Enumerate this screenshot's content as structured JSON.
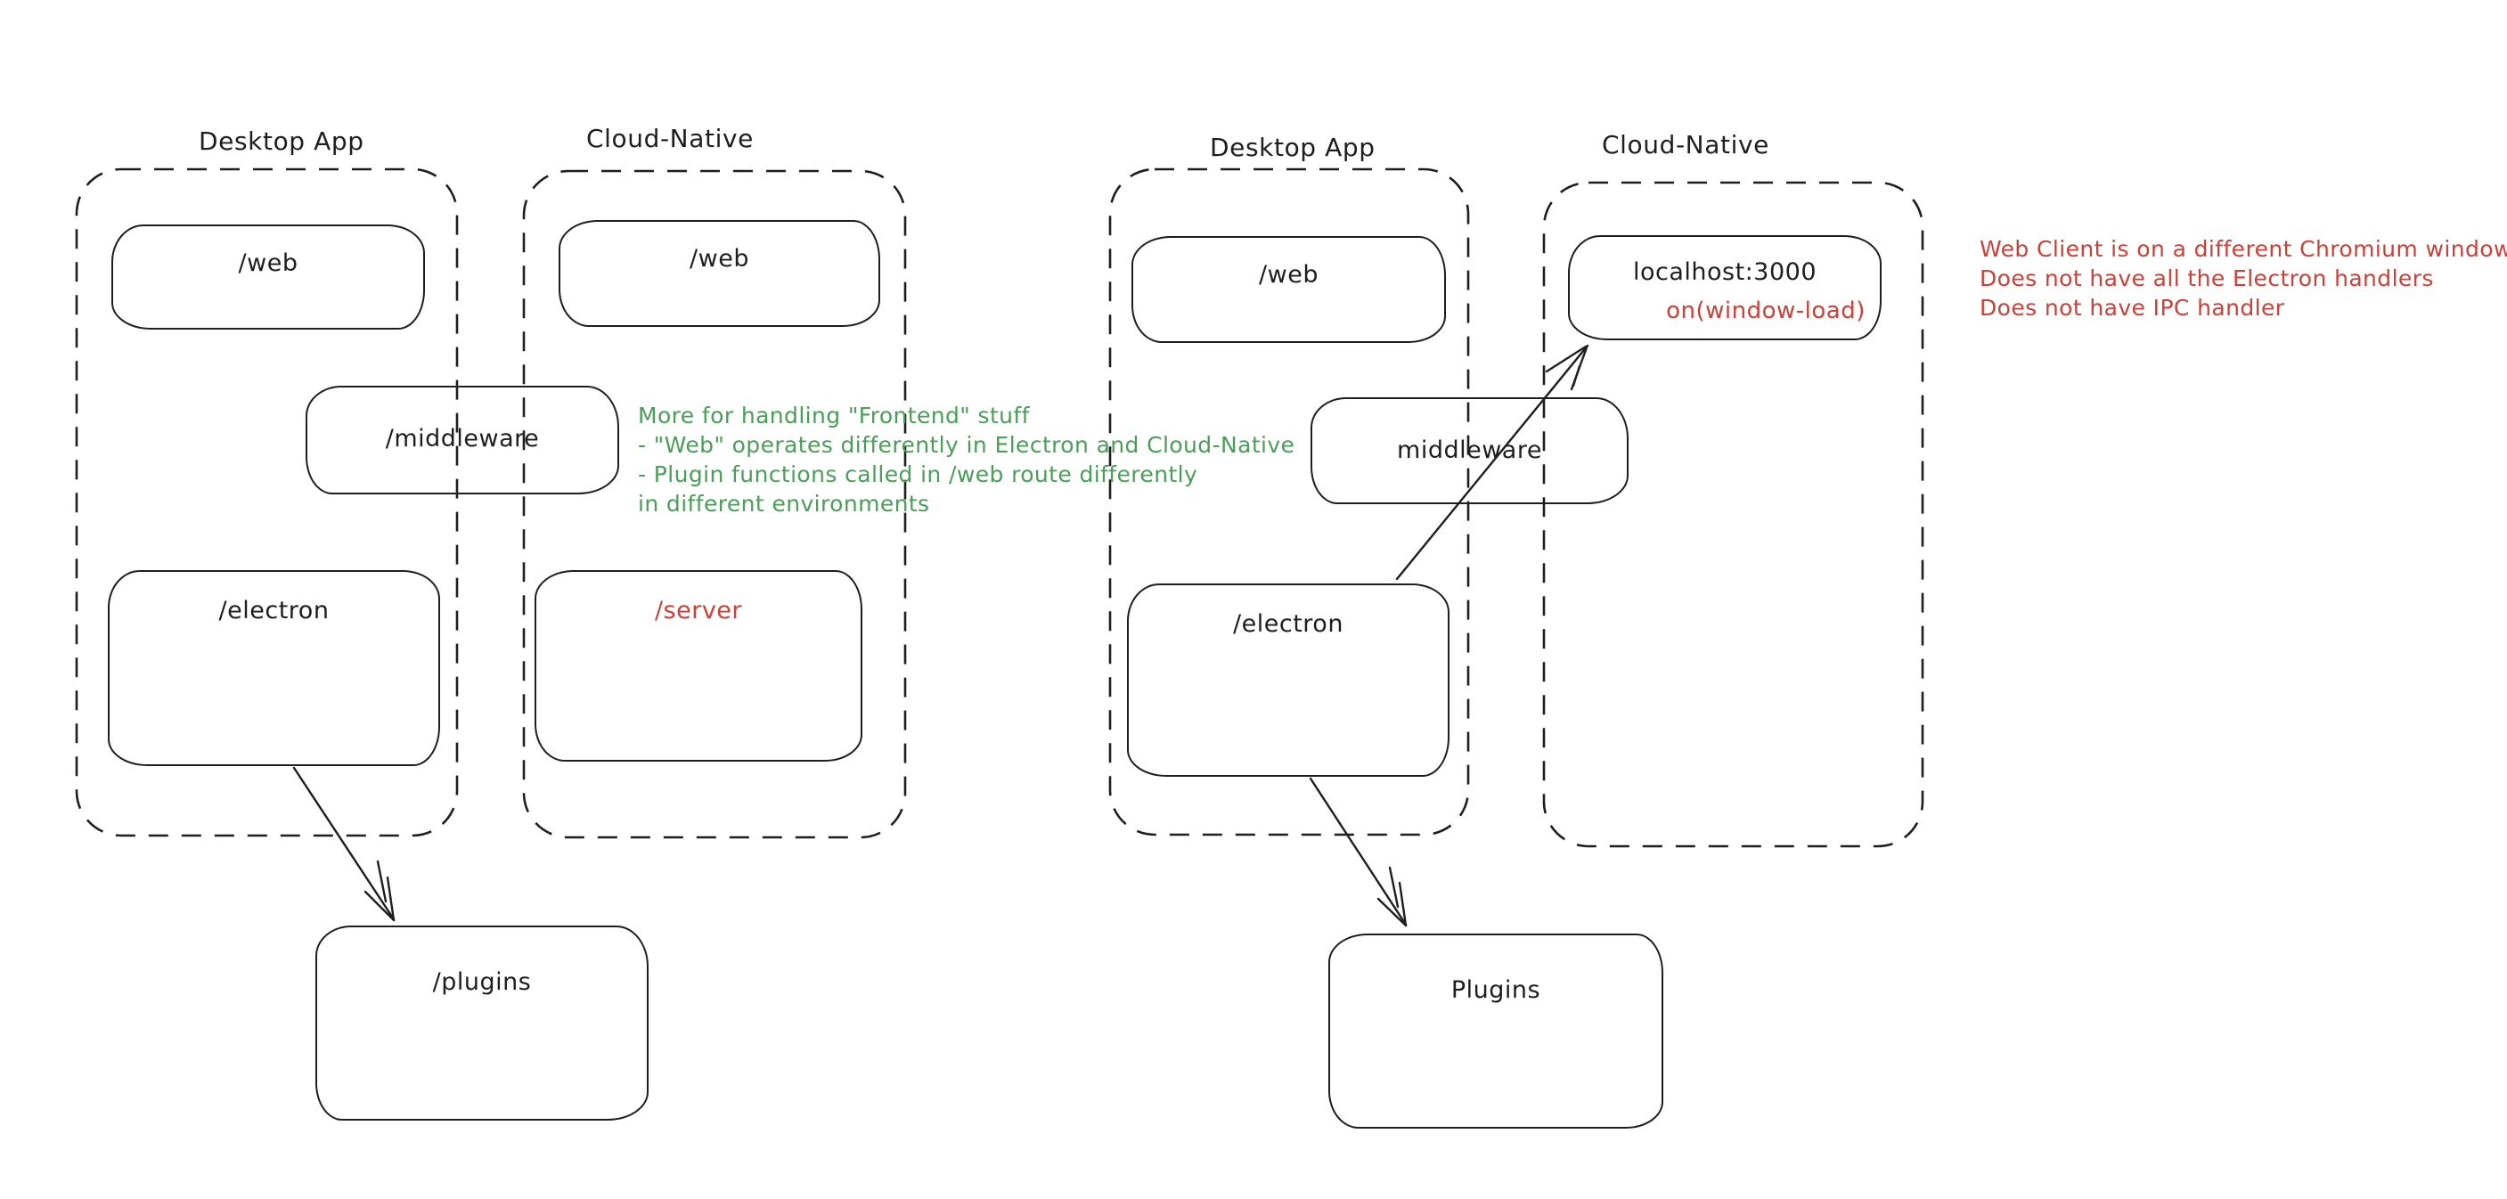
{
  "colors": {
    "ink": "#1e1e1e",
    "red": "#c8423a",
    "green": "#4a9e58",
    "background": "#ffffff"
  },
  "left_diagram": {
    "desktop_label": "Desktop App",
    "cloud_label": "Cloud-Native",
    "web_desktop": "/web",
    "web_cloud": "/web",
    "middleware": "/middleware",
    "electron": "/electron",
    "server": "/server",
    "plugins": "/plugins",
    "note_lines": [
      "More for handling \"Frontend\" stuff",
      "- \"Web\" operates differently in Electron and Cloud-Native",
      "- Plugin functions called in /web route differently",
      "in different environments"
    ]
  },
  "right_diagram": {
    "desktop_label": "Desktop App",
    "cloud_label": "Cloud-Native",
    "web": "/web",
    "localhost_title": "localhost:3000",
    "localhost_event": "on(window-load)",
    "middleware": "middleware",
    "electron": "/electron",
    "plugins": "Plugins",
    "note_lines": [
      "Web Client is on a different Chromium window",
      "Does not have all the Electron handlers",
      "Does not have IPC handler"
    ]
  }
}
